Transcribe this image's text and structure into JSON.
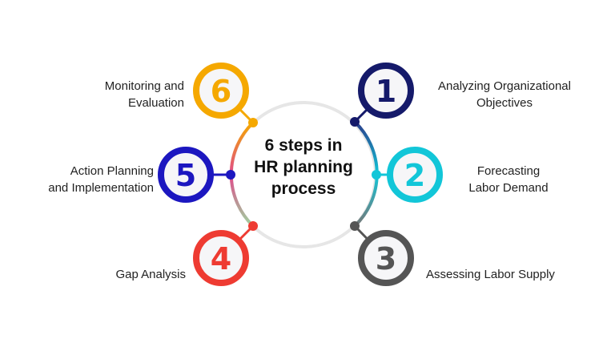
{
  "center": {
    "line1": "6 steps in",
    "line2": "HR planning",
    "line3": "process"
  },
  "steps": [
    {
      "number": "1",
      "label1": "Analyzing Organizational",
      "label2": "Objectives",
      "color": "#151a6a"
    },
    {
      "number": "2",
      "label1": "Forecasting",
      "label2": "Labor Demand",
      "color": "#12c6d8"
    },
    {
      "number": "3",
      "label1": "Assessing Labor Supply",
      "label2": "",
      "color": "#555555"
    },
    {
      "number": "4",
      "label1": "Gap Analysis",
      "label2": "",
      "color": "#ee3b32"
    },
    {
      "number": "5",
      "label1": "Action Planning",
      "label2": "and Implementation",
      "color": "#1c17c0"
    },
    {
      "number": "6",
      "label1": "Monitoring and",
      "label2": "Evaluation",
      "color": "#f5a800"
    }
  ]
}
